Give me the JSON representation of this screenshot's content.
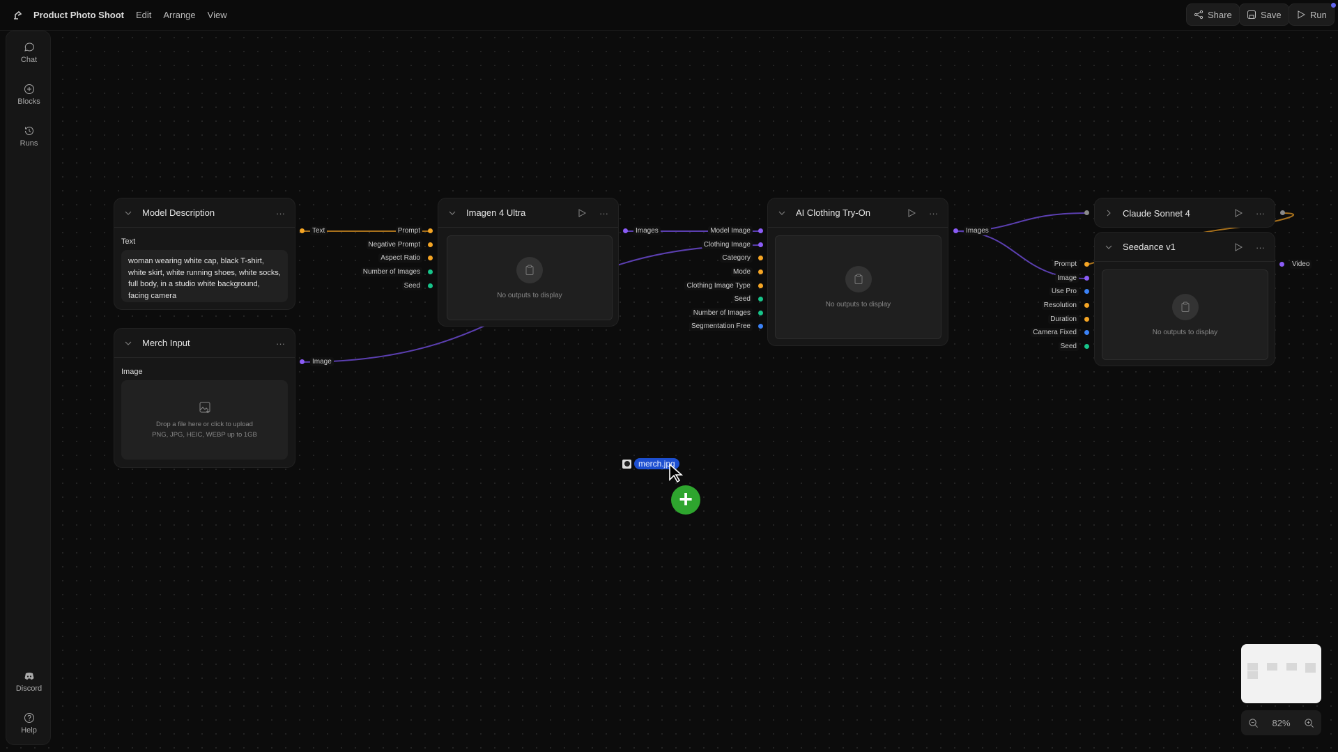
{
  "app": {
    "title": "Product Photo Shoot",
    "menu": [
      "Edit",
      "Arrange",
      "View"
    ]
  },
  "toolbar": {
    "share": "Share",
    "save": "Save",
    "run": "Run"
  },
  "sidebar": {
    "top": [
      {
        "label": "Chat",
        "icon": "chat-icon"
      },
      {
        "label": "Blocks",
        "icon": "plus-circle-icon"
      },
      {
        "label": "Runs",
        "icon": "history-icon"
      }
    ],
    "bottom": [
      {
        "label": "Discord",
        "icon": "discord-icon"
      },
      {
        "label": "Help",
        "icon": "help-icon"
      }
    ]
  },
  "colors": {
    "text": "#f5a524",
    "number": "#17c48a",
    "bool": "#3b82f6",
    "image": "#8b5cf6",
    "any": "#8a8a8a"
  },
  "nodes": {
    "model_description": {
      "title": "Model Description",
      "field_label": "Text",
      "value": "woman wearing white cap, black T-shirt, white skirt, white running shoes, white socks, full body, in a studio white background, facing camera",
      "output": "Text"
    },
    "merch_input": {
      "title": "Merch Input",
      "field_label": "Image",
      "drop_text": "Drop a file here or click to upload",
      "drop_hint": "PNG, JPG, HEIC, WEBP up to 1GB",
      "output": "Image"
    },
    "imagen": {
      "title": "Imagen 4 Ultra",
      "empty": "No outputs to display",
      "output": "Images",
      "inputs": [
        {
          "label": "Prompt",
          "type": "text"
        },
        {
          "label": "Negative Prompt",
          "type": "text"
        },
        {
          "label": "Aspect Ratio",
          "type": "text"
        },
        {
          "label": "Number of Images",
          "type": "number"
        },
        {
          "label": "Seed",
          "type": "number"
        }
      ]
    },
    "tryon": {
      "title": "AI Clothing Try-On",
      "empty": "No outputs to display",
      "output": "Images",
      "inputs": [
        {
          "label": "Model Image",
          "type": "image"
        },
        {
          "label": "Clothing Image",
          "type": "image"
        },
        {
          "label": "Category",
          "type": "text"
        },
        {
          "label": "Mode",
          "type": "text"
        },
        {
          "label": "Clothing Image Type",
          "type": "text"
        },
        {
          "label": "Seed",
          "type": "number"
        },
        {
          "label": "Number of Images",
          "type": "number"
        },
        {
          "label": "Segmentation Free",
          "type": "bool"
        }
      ]
    },
    "claude": {
      "title": "Claude Sonnet 4",
      "collapsed": true
    },
    "seedance": {
      "title": "Seedance v1",
      "empty": "No outputs to display",
      "output": "Video",
      "inputs": [
        {
          "label": "Prompt",
          "type": "text"
        },
        {
          "label": "Image",
          "type": "image"
        },
        {
          "label": "Use Pro",
          "type": "bool"
        },
        {
          "label": "Resolution",
          "type": "text"
        },
        {
          "label": "Duration",
          "type": "text"
        },
        {
          "label": "Camera Fixed",
          "type": "bool"
        },
        {
          "label": "Seed",
          "type": "number"
        }
      ]
    }
  },
  "drag": {
    "file_name": "merch.jpg"
  },
  "zoom": {
    "level": "82%"
  }
}
